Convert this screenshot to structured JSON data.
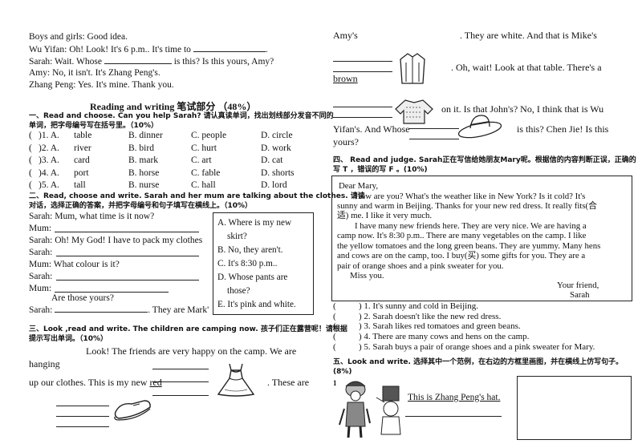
{
  "left_top": {
    "l1": "Boys and girls: Good idea.",
    "l2_a": "Wu Yifan: Oh! Look! It's 6 p.m.. It's time to",
    "l2_b": ".",
    "l3_a": "Sarah: Wait. Whose",
    "l3_b": "is this? Is this yours, Amy?",
    "l4": "Amy: No, it isn't. It's Zhang Peng's.",
    "l5": "Zhang Peng: Yes. It's mine. Thank you."
  },
  "section_title": "Reading and writing 笔试部分 （48%）",
  "sec1": {
    "heading_a": "一、Read and choose.  Can you help Sarah? 请认真读单词，找出划线部分发音不同的",
    "heading_b": "单词，把字母编号写在括号里。（10%）",
    "rows": [
      {
        "paren": "(",
        "num": ")1. A.",
        "a": "table",
        "b": "B. dinner",
        "c": "C. people",
        "d": "D. circle"
      },
      {
        "paren": "(",
        "num": ")2. A.",
        "a": "river",
        "b": "B. bird",
        "c": "C. hurt",
        "d": "D. work"
      },
      {
        "paren": "(",
        "num": ")3. A.",
        "a": "card",
        "b": "B. mark",
        "c": "C. art",
        "d": "D. cat"
      },
      {
        "paren": "(",
        "num": ")4. A.",
        "a": "port",
        "b": "B. horse",
        "c": "C. fable",
        "d": "D. shorts"
      },
      {
        "paren": "(",
        "num": ")5. A.",
        "a": "tall",
        "b": "B. nurse",
        "c": "C. hall",
        "d": "D. lord"
      }
    ]
  },
  "sec2": {
    "heading_a": "二、Read,  choose and write. Sarah and her mum are talking about the clothes. 请读",
    "heading_b": "对话，选择正确的答案，并把字母编号和句子填写在横线上。（10%）",
    "lines": {
      "l1": "Sarah: Mum, what time is it now?",
      "l2": "Mum:",
      "l3": "Sarah: Oh! My God! I have to pack my clothes",
      "l4": "Sarah:",
      "l5": "Mum: What colour is it?",
      "l6": "Sarah:",
      "l7": "Mum:",
      "l8": "Are those yours?",
      "l9_a": "Sarah:",
      "l9_b": ". They are Mark'"
    },
    "options": {
      "a1": "A. Where    is    my    new",
      "a2": "skirt?",
      "b": "B. No, they aren't.",
      "c": "C. It's 8:30 p.m..",
      "d1": "D. Whose      pants      are",
      "d2": "those?",
      "e": "E. It's pink and white."
    }
  },
  "sec3": {
    "heading_a": "三、Look ,read and write. The children are camping now. 孩子们正在露营呢！请根据",
    "heading_b": "提示写出单词。（10%）",
    "p1": "Look! The friends are very happy on the camp. We are",
    "p2": "hanging",
    "p3_a": "up our clothes. This is my new",
    "p3_red": "red",
    "p3_b": ". These are"
  },
  "right_top": {
    "r1_a": "Amy's",
    "r1_b": ". They are white. And that is Mike's",
    "r2": ". Oh, wait! Look at that table. There's a",
    "r2_word": "brown",
    "r3": "on it. Is that John's? No, I think that is Wu",
    "r4_a": "Yifan's. And Whose",
    "r4_b": "is this? Chen Jie! Is this",
    "r5": "yours?"
  },
  "sec4": {
    "heading_a": "四、  Read and judge. Sarah正在写信给她朋友Mary呢。根据信的内容判断正误，正确的",
    "heading_b": "写 T ，错误的写 F 。(10%)",
    "letter": [
      "Dear Mary,",
      "How are you? What's the weather like in New York? Is it cold? It's",
      "sunny and warm in Beijing. Thanks for your new red dress. It really fits(合",
      "适) me. I like it very much.",
      "I have many new friends here. They are very nice. We are having a",
      "camp now. It's 8:30 p.m.. There are many vegetables on the camp. I like",
      "the yellow tomatoes and the long green beans. They are yummy. Many hens",
      "and cows are on the camp, too. I buy(买) some gifts for you. They are a",
      "pair of orange shoes and a pink sweater for you.",
      "Miss you.",
      "Your friend,",
      "Sarah"
    ],
    "items": [
      {
        "paren": "(",
        "text": ") 1. It's sunny and cold in Beijing."
      },
      {
        "paren": "(",
        "text": ") 2. Sarah doesn't like the new red dress."
      },
      {
        "paren": "(",
        "text": ") 3. Sarah likes red tomatoes and green beans."
      },
      {
        "paren": "(",
        "text": ") 4. There are many cows and hens on the camp."
      },
      {
        "paren": "(",
        "text": ") 5. Sarah buys a pair of orange shoes and a pink sweater for Mary."
      }
    ]
  },
  "sec5": {
    "heading_a": "五、Look and write. 选择其中一个范例，在右边的方框里画图，并在横线上仿写句子。",
    "heading_b": "(8%)",
    "num": "1.",
    "example": "This is Zhang Peng's hat."
  }
}
